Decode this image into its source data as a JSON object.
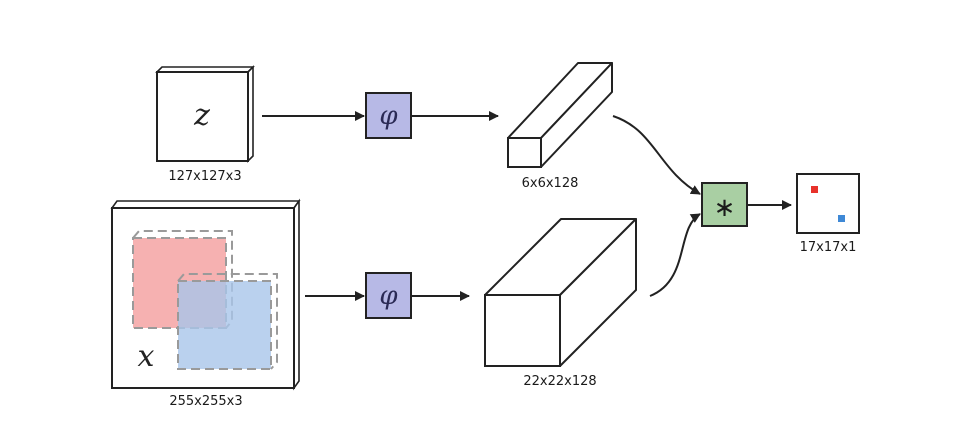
{
  "inputs": {
    "z": {
      "symbol": "z",
      "size_label": "127x127x3"
    },
    "x": {
      "symbol": "x",
      "size_label": "255x255x3"
    }
  },
  "operators": {
    "embed_top": "φ",
    "embed_bottom": "φ",
    "cross_correlation": "∗"
  },
  "features": {
    "top": {
      "size_label": "6x6x128"
    },
    "bottom": {
      "size_label": "22x22x128"
    }
  },
  "output": {
    "size_label": "17x17x1"
  },
  "colors": {
    "phi_fill": "#b7b9e6",
    "corr_fill": "#a9cfa3",
    "crop_red": "#f4a3a3",
    "crop_blue": "#a9c6ea",
    "score_red": "#e8322b",
    "score_blue": "#3f89d6"
  }
}
